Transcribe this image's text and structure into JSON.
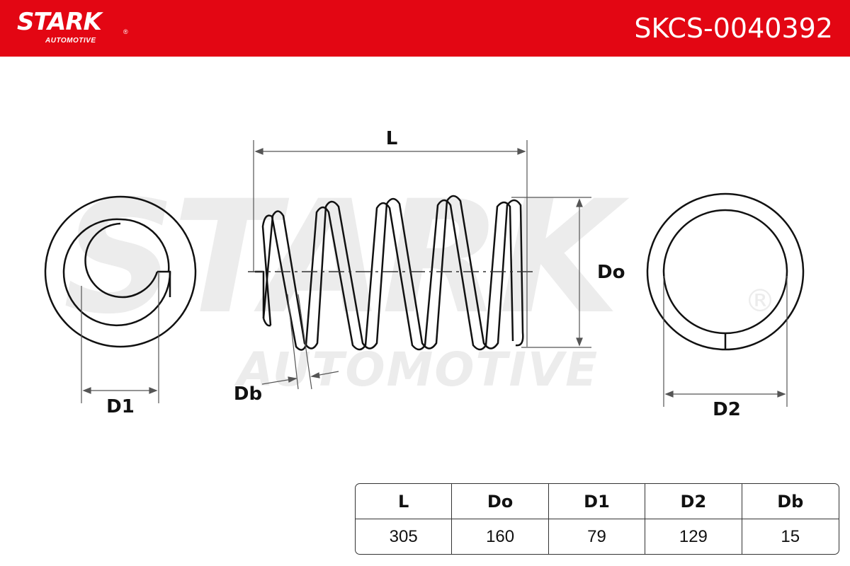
{
  "header": {
    "brand": "STARK",
    "brand_sub": "AUTOMOTIVE",
    "registered_mark": "®",
    "part_number": "SKCS-0040392",
    "background_color": "#e30613"
  },
  "watermark": {
    "text_main": "STARK",
    "text_sub": "AUTOMOTIVE",
    "mark": "®"
  },
  "diagram": {
    "labels": {
      "L": "L",
      "Do": "Do",
      "D1": "D1",
      "D2": "D2",
      "Db": "Db"
    }
  },
  "table": {
    "headers": [
      "L",
      "Do",
      "D1",
      "D2",
      "Db"
    ],
    "values": [
      "305",
      "160",
      "79",
      "129",
      "15"
    ]
  }
}
